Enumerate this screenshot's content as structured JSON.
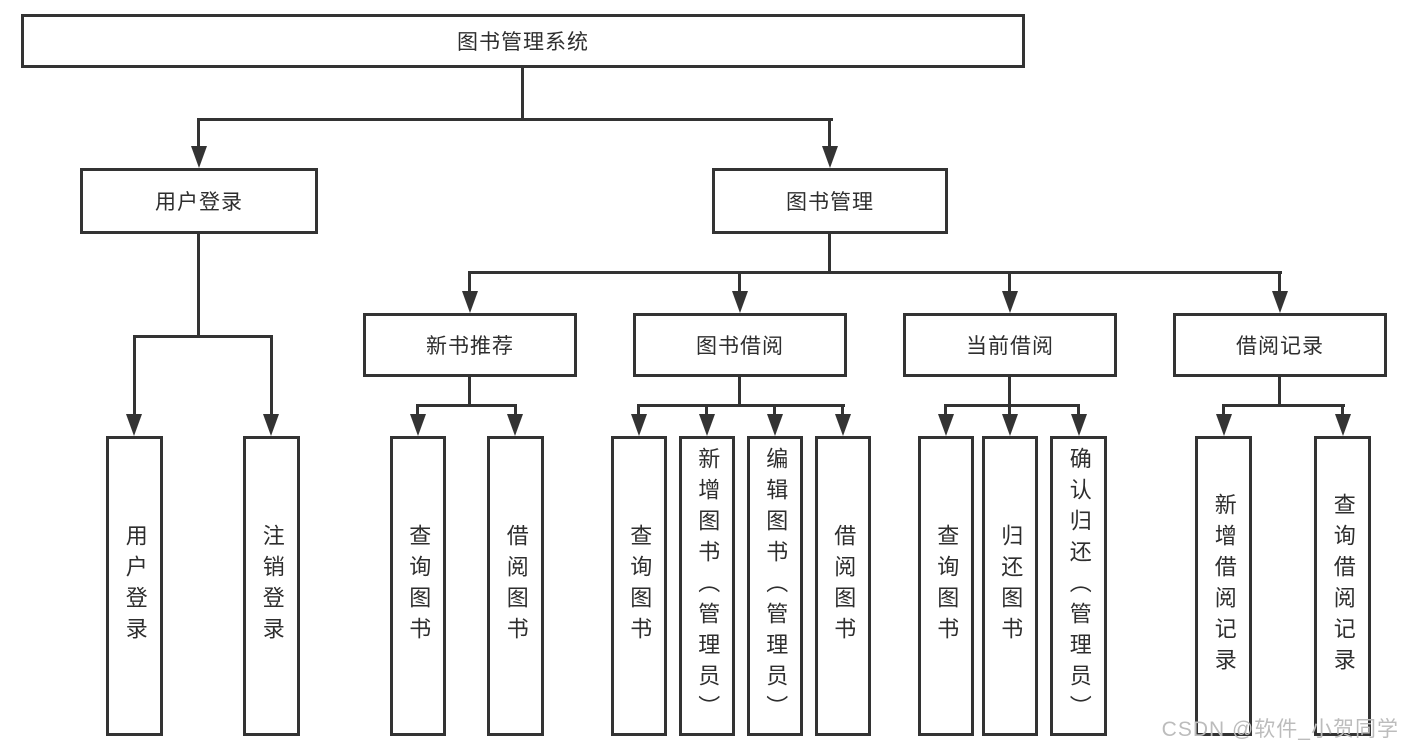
{
  "diagram": {
    "root": {
      "label": "图书管理系统"
    },
    "level2": [
      {
        "label": "用户登录"
      },
      {
        "label": "图书管理"
      }
    ],
    "level3": [
      {
        "label": "新书推荐"
      },
      {
        "label": "图书借阅"
      },
      {
        "label": "当前借阅"
      },
      {
        "label": "借阅记录"
      }
    ],
    "leaves": {
      "user_login": [
        "用户登录",
        "注销登录"
      ],
      "new_book_recommend": [
        "查询图书",
        "借阅图书"
      ],
      "book_borrow": [
        "查询图书",
        "新增图书（管理员）",
        "编辑图书（管理员）",
        "借阅图书"
      ],
      "current_borrow": [
        "查询图书",
        "归还图书",
        "确认归还（管理员）"
      ],
      "borrow_records": [
        "新增借阅记录",
        "查询借阅记录"
      ]
    }
  },
  "watermark": {
    "text": "CSDN @软件_小贺同学"
  },
  "colors": {
    "line": "#333333",
    "text": "#2e2e2e",
    "background": "#ffffff",
    "watermark": "#bcbcbc"
  }
}
